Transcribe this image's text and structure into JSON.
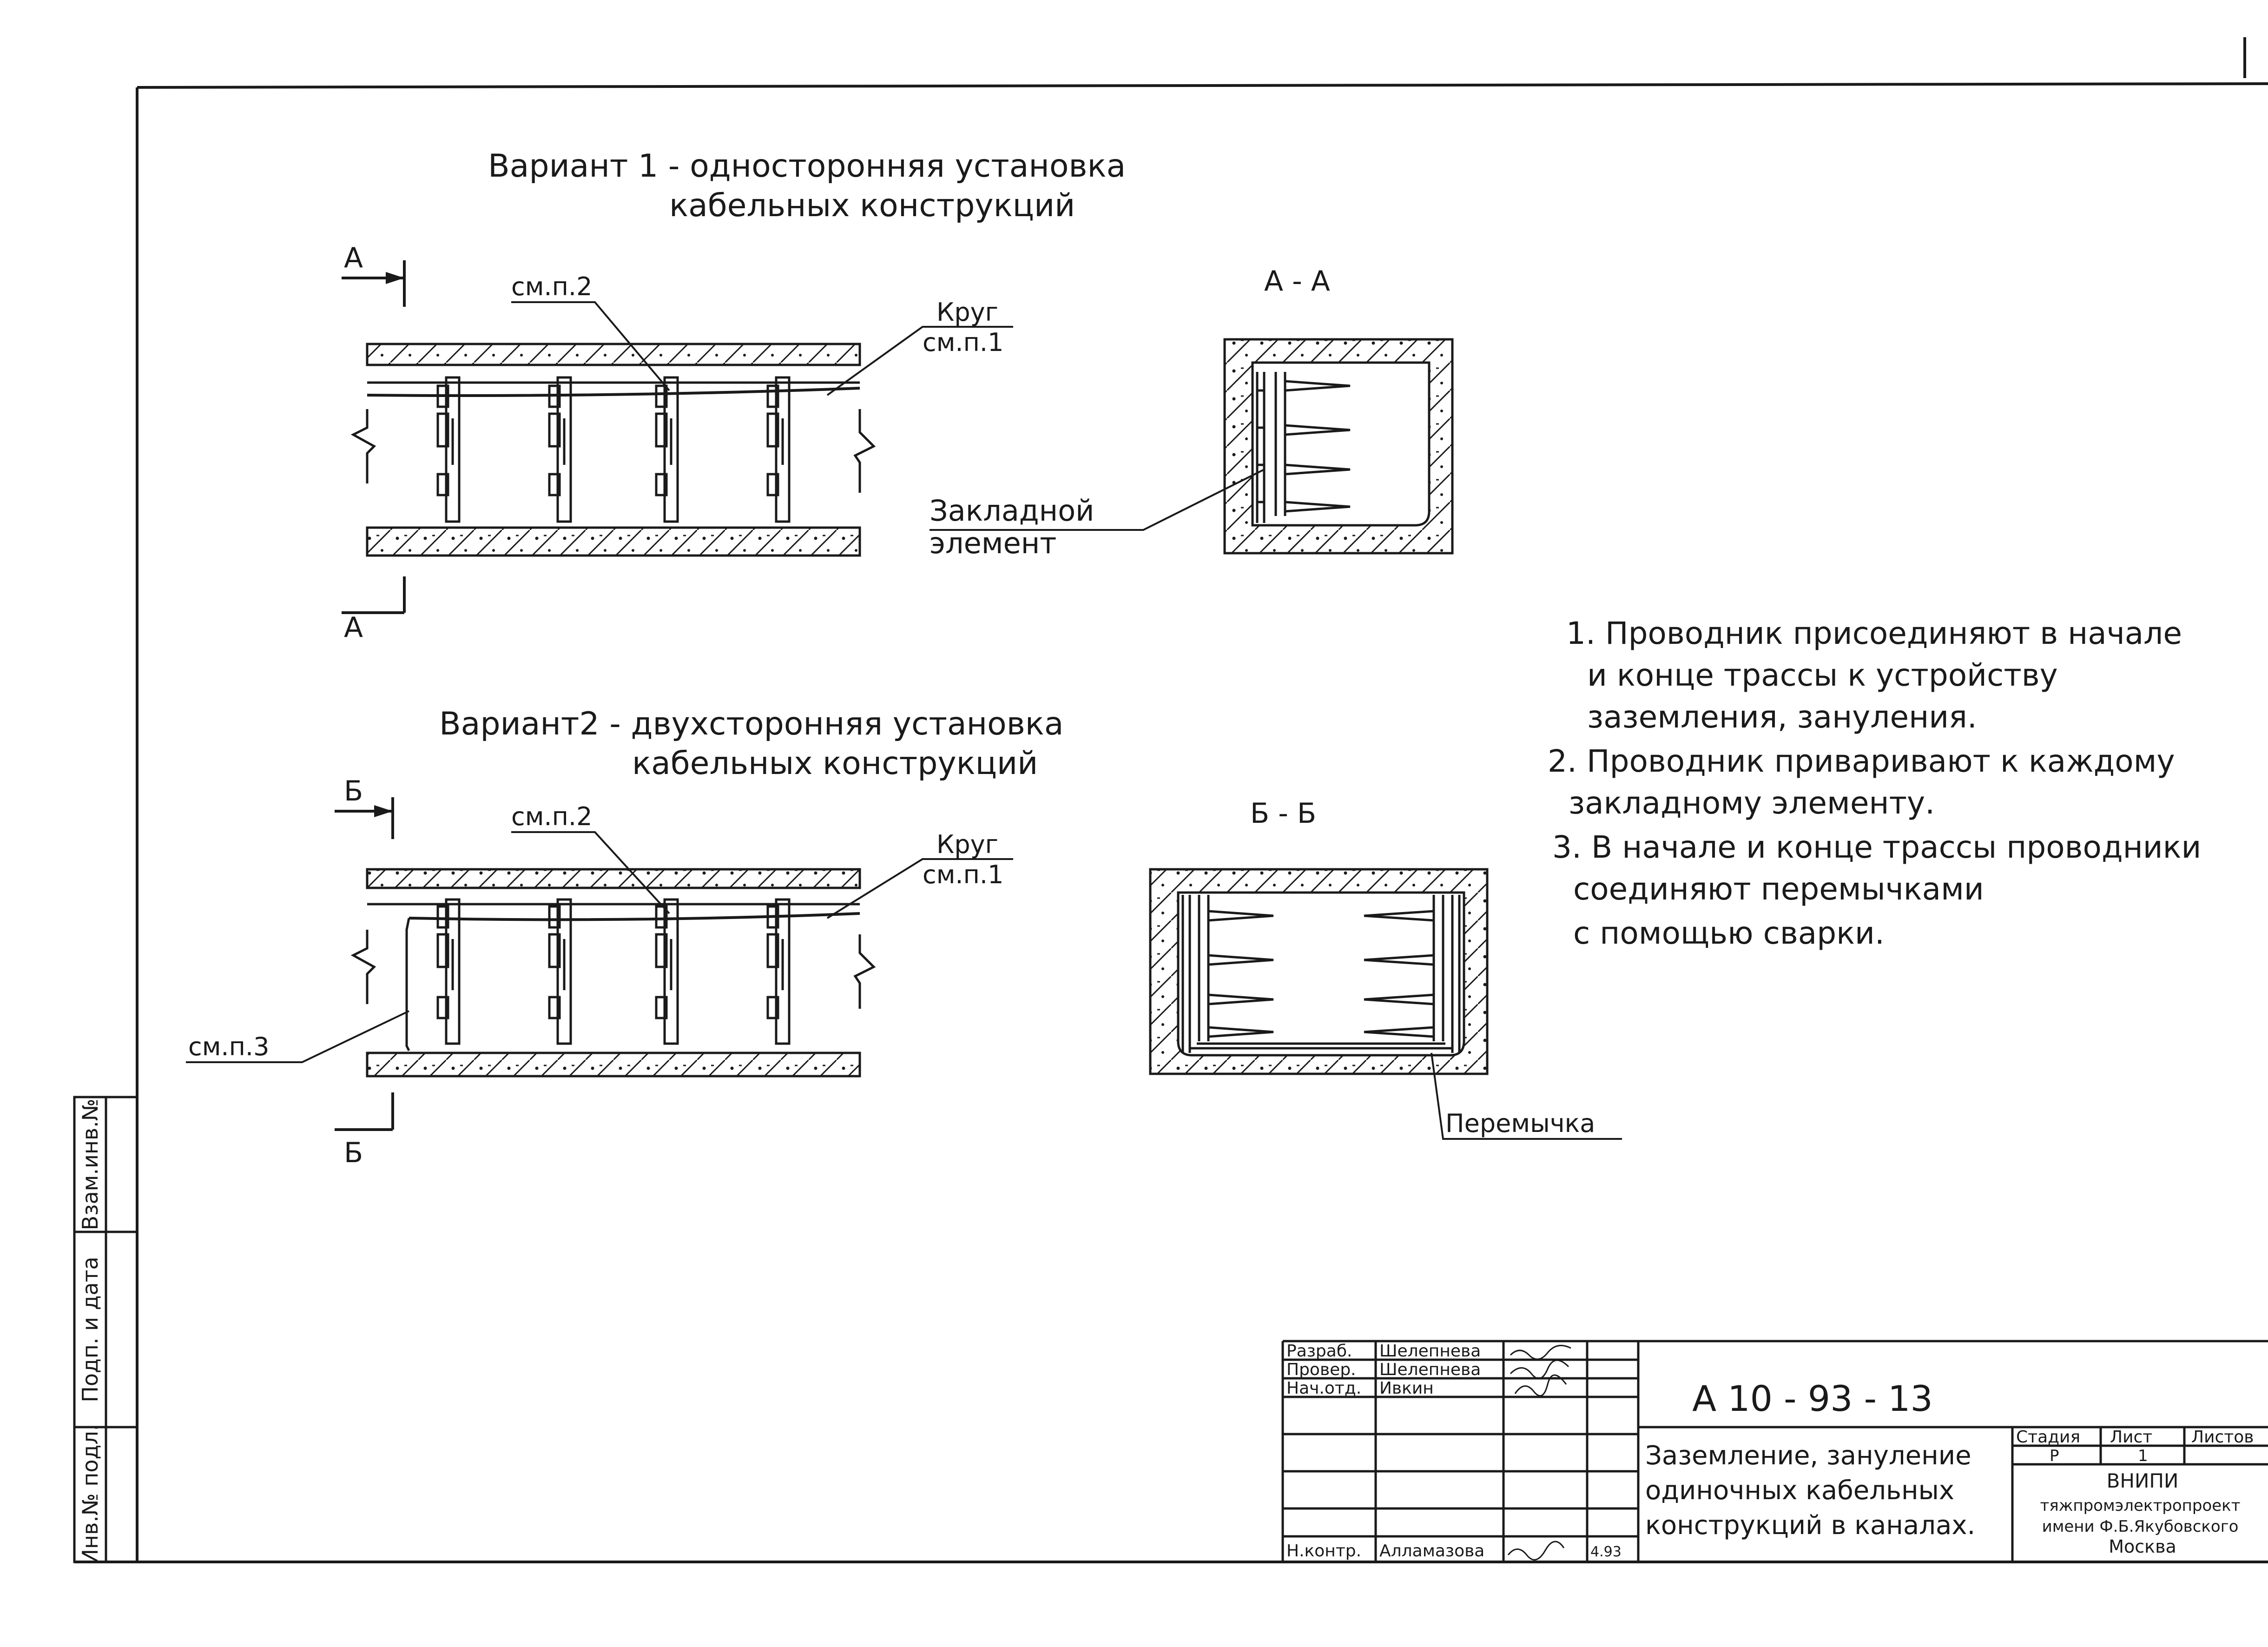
{
  "variant1": {
    "title_line1": "Вариант 1 - односторонняя установка",
    "title_line2": "кабельных конструкций"
  },
  "variant2": {
    "title_line1": "Вариант2 - двухсторонняя установка",
    "title_line2": "кабельных конструкций"
  },
  "section_a_marker": "А",
  "section_b_marker": "Б",
  "section_a_title": "А - А",
  "section_b_title": "Б - Б",
  "labels": {
    "see_p2": "см.п.2",
    "krug": "Круг",
    "see_p1": "см.п.1",
    "see_p3": "см.п.3",
    "zakladnoy_line1": "Закладной",
    "zakladnoy_line2": "элемент",
    "peremychka": "Перемычка"
  },
  "notes": [
    "1. Проводник присоединяют в начале",
    "и конце трассы к устройству",
    "заземления, зануления.",
    "2. Проводник приваривают к каждому",
    "закладному элементу.",
    "3. В начале и конце трассы проводники",
    "соединяют перемычками",
    "с помощью сварки."
  ],
  "margin_stamp": {
    "vzam_inv": "Взам.инв.№",
    "podp_data": "Подп. и дата",
    "inv_podl": "Инв.№ подл."
  },
  "title_block": {
    "doc_number": "А 10 - 93 - 13",
    "title_line1": "Заземление, зануление",
    "title_line2": "одиночных кабельных",
    "title_line3": "конструкций в каналах.",
    "roles": [
      {
        "role": "Разраб.",
        "name": "Шелепнева"
      },
      {
        "role": "Провер.",
        "name": "Шелепнева"
      },
      {
        "role": "Нач.отд.",
        "name": "Ивкин"
      },
      {
        "role": "Н.контр.",
        "name": "Алламазова",
        "date": "4.93"
      }
    ],
    "stage_header": "Стадия",
    "sheet_header": "Лист",
    "sheets_header": "Листов",
    "stage_value": "Р",
    "sheet_value": "1",
    "org_line1": "ВНИПИ",
    "org_line2": "тяжпромэлектропроект",
    "org_line3": "имени Ф.Б.Якубовского",
    "org_line4": "Москва"
  }
}
